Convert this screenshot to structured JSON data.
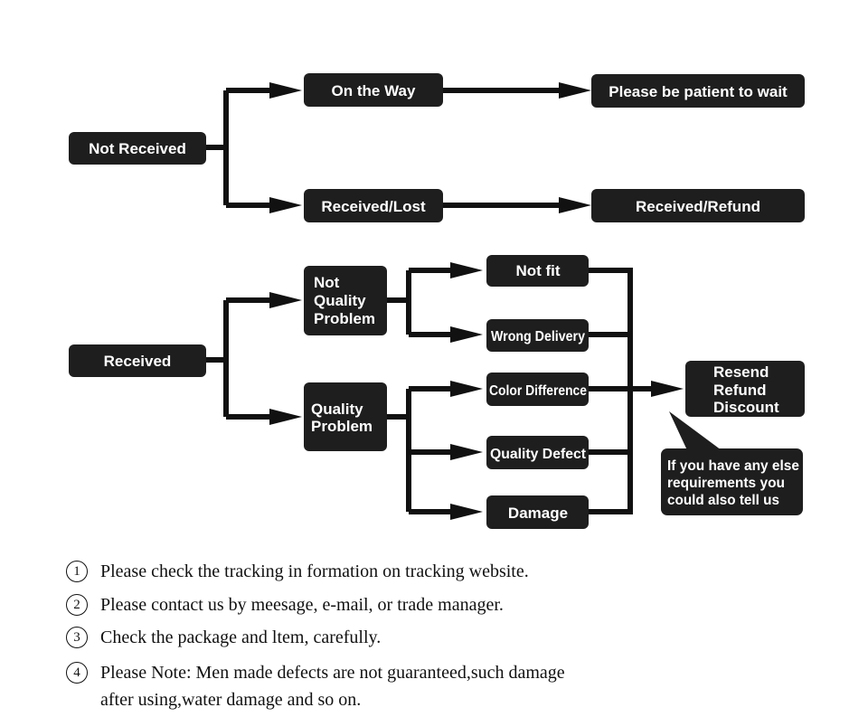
{
  "diagram": {
    "nodes": {
      "not_received": [
        "Not Received"
      ],
      "on_the_way": [
        "On the Way"
      ],
      "received_lost": [
        "Received/Lost"
      ],
      "be_patient": [
        "Please be patient to wait"
      ],
      "received_refund": [
        "Received/Refund"
      ],
      "received": [
        "Received"
      ],
      "not_quality_problem": [
        "Not",
        "Quality",
        "Problem"
      ],
      "quality_problem": [
        "Quality",
        "Problem"
      ],
      "not_fit": [
        "Not fit"
      ],
      "wrong_delivery": [
        "Wrong Delivery"
      ],
      "color_difference": [
        "Color Difference"
      ],
      "quality_defect": [
        "Quality Defect"
      ],
      "damage": [
        "Damage"
      ],
      "resolution": [
        "Resend",
        "Refund",
        "Discount"
      ],
      "else_requirements": [
        "If you have any else",
        "requirements you",
        "could also tell us"
      ]
    },
    "edges": [
      [
        "not_received",
        "on_the_way"
      ],
      [
        "not_received",
        "received_lost"
      ],
      [
        "on_the_way",
        "be_patient"
      ],
      [
        "received_lost",
        "received_refund"
      ],
      [
        "received",
        "not_quality_problem"
      ],
      [
        "received",
        "quality_problem"
      ],
      [
        "not_quality_problem",
        "not_fit"
      ],
      [
        "not_quality_problem",
        "wrong_delivery"
      ],
      [
        "quality_problem",
        "color_difference"
      ],
      [
        "quality_problem",
        "quality_defect"
      ],
      [
        "quality_problem",
        "damage"
      ],
      [
        "not_fit",
        "resolution"
      ],
      [
        "wrong_delivery",
        "resolution"
      ],
      [
        "color_difference",
        "resolution"
      ],
      [
        "quality_defect",
        "resolution"
      ],
      [
        "damage",
        "resolution"
      ]
    ]
  },
  "notes": [
    {
      "num": "1",
      "text": "Please check the tracking in formation on tracking website."
    },
    {
      "num": "2",
      "text": "Please contact us by meesage, e-mail, or trade manager."
    },
    {
      "num": "3",
      "text": "Check the package and ltem, carefully."
    },
    {
      "num": "4",
      "text": "Please Note: Men made defects  are not guaranteed,such damage",
      "continuation": "after using,water damage and so on."
    }
  ]
}
